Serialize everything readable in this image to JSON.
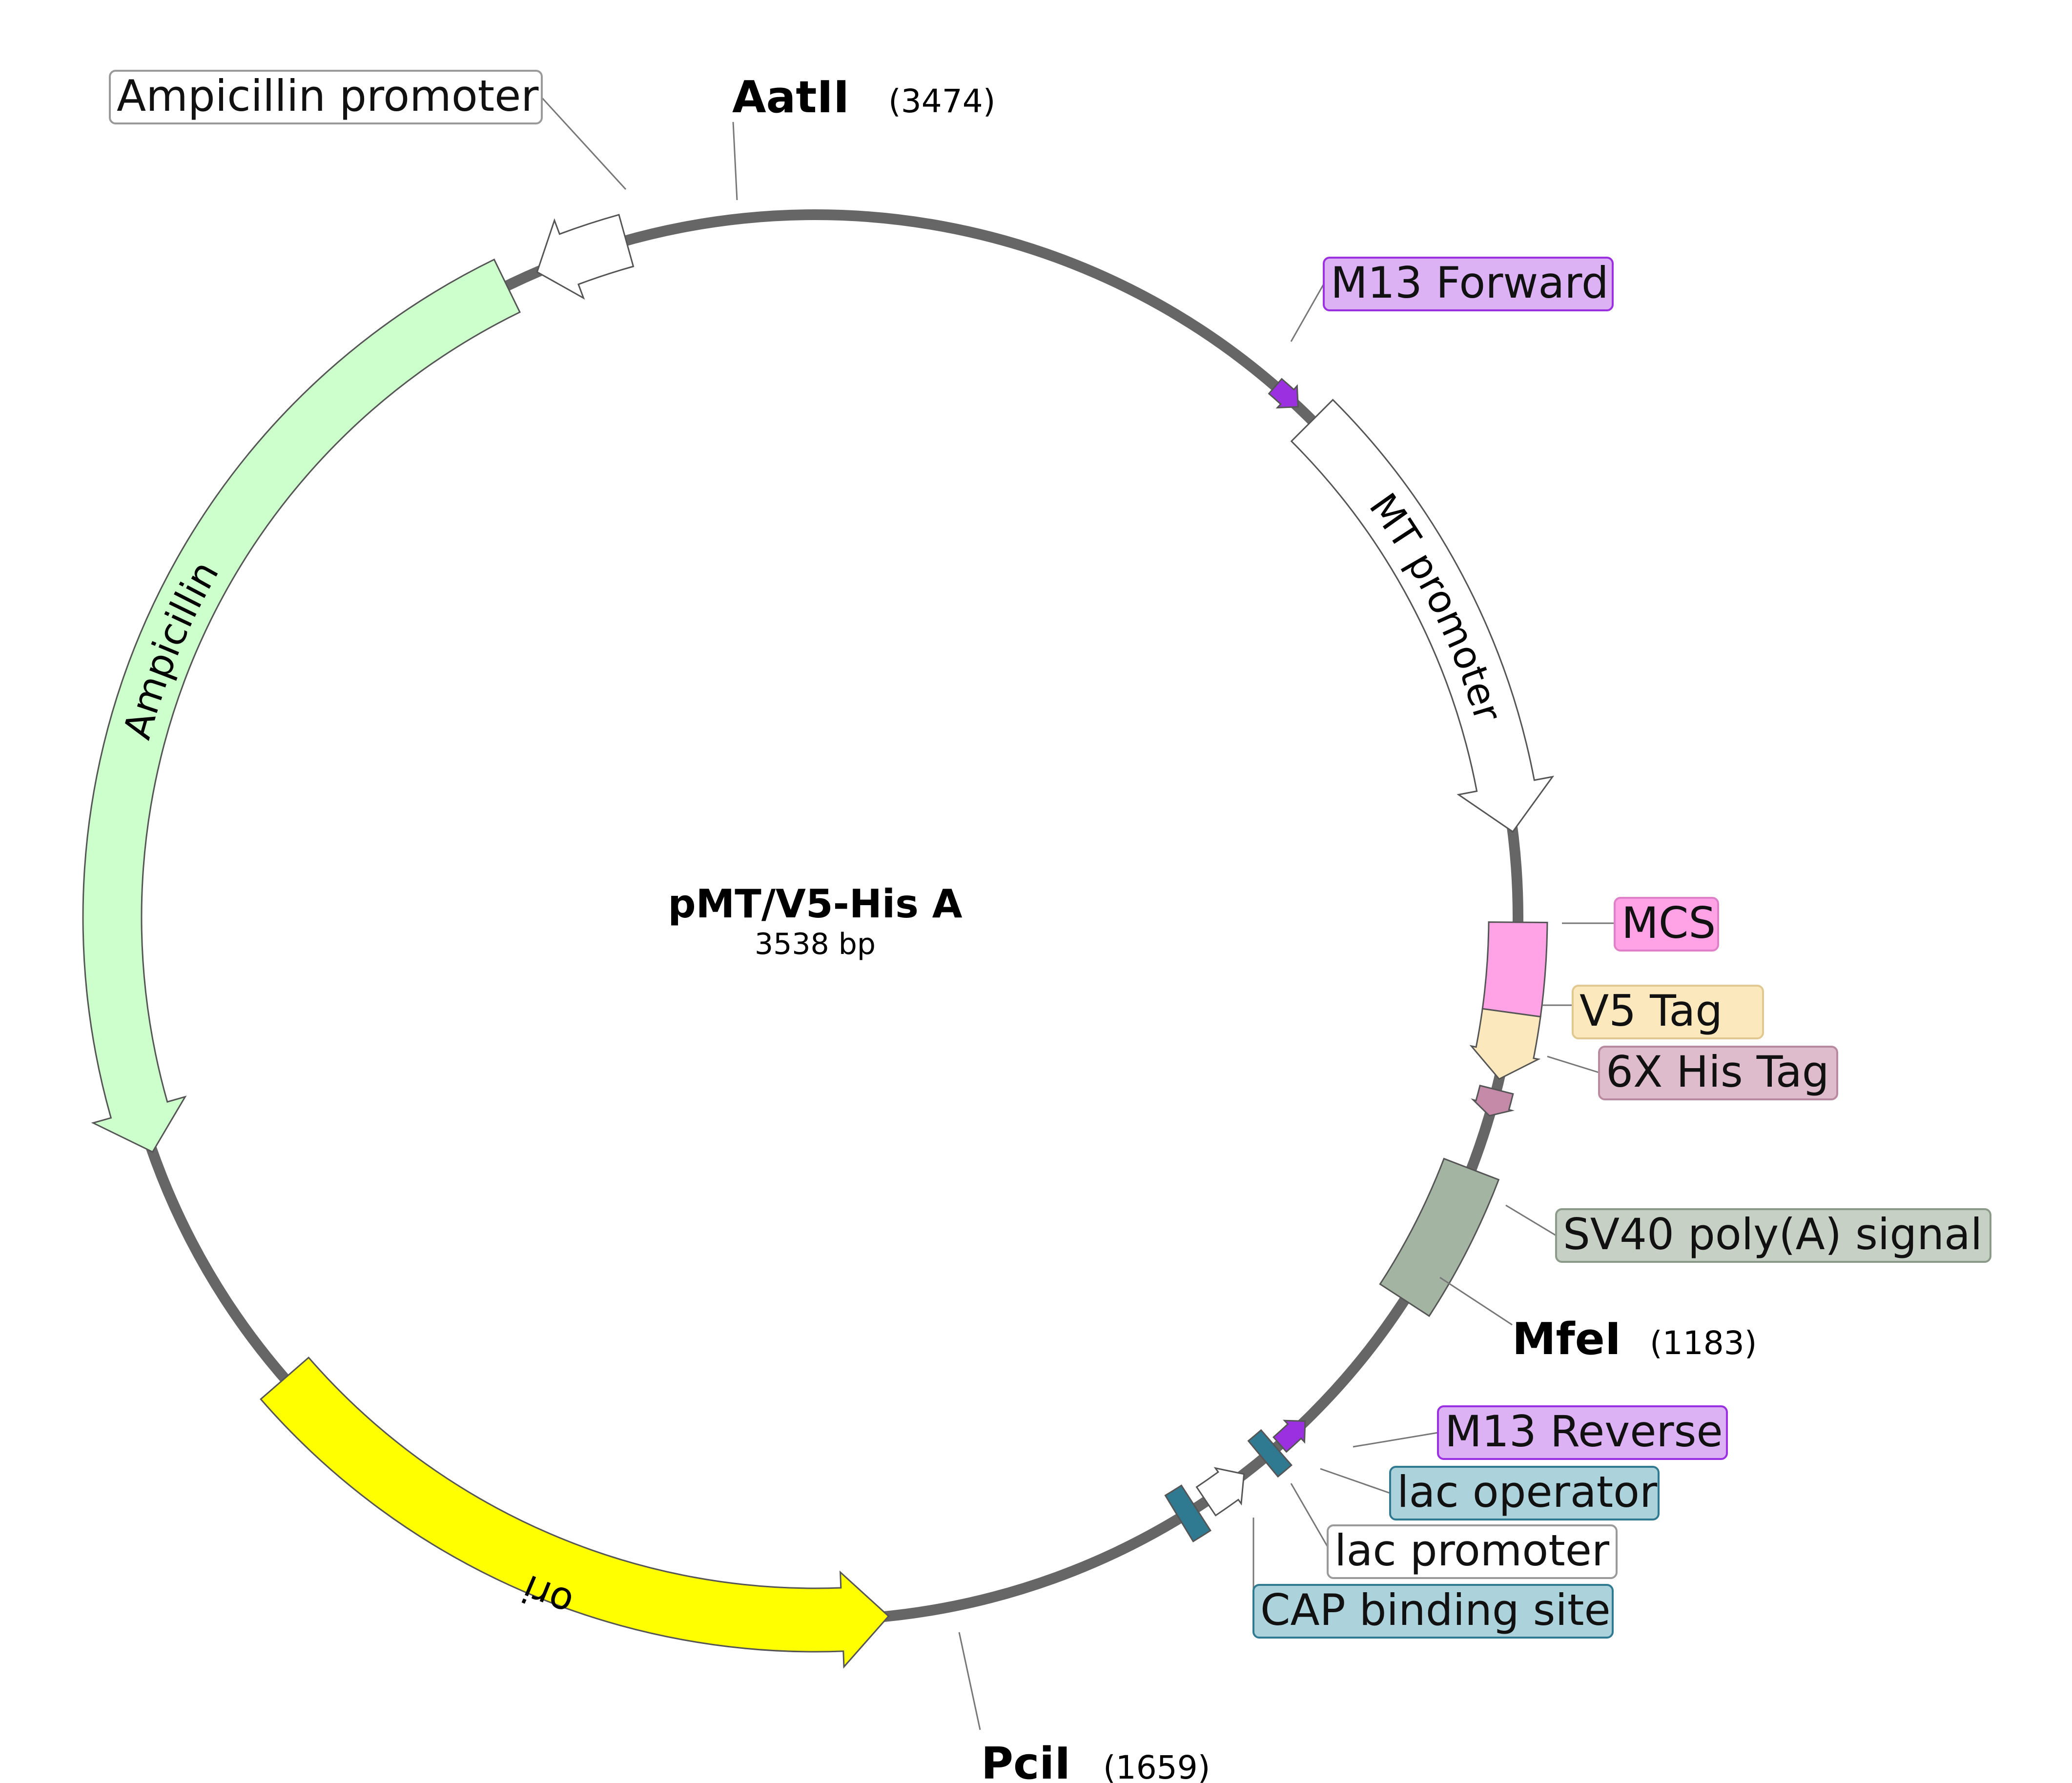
{
  "plasmid": {
    "name": "pMT/V5-His A",
    "size": "3538 bp"
  },
  "features": [
    {
      "id": "amp-promoter",
      "name": "Ampicillin promoter",
      "color": "#ffffff",
      "label_bg": "#ffffff",
      "label_border": "#9a9a9a"
    },
    {
      "id": "ampicillin",
      "name": "Ampicillin",
      "color": "#ccffcc"
    },
    {
      "id": "m13-fwd",
      "name": "M13 Forward",
      "color": "#9b30e0",
      "label_bg": "#dcb2f5",
      "label_border": "#9b30e0"
    },
    {
      "id": "mt-promoter",
      "name": "MT promoter",
      "color": "#ffffff"
    },
    {
      "id": "mcs",
      "name": "MCS",
      "color": "#ffa3e6",
      "label_bg": "#ffa3e6",
      "label_border": "#e080c8"
    },
    {
      "id": "v5-tag",
      "name": "V5 Tag",
      "color": "#fce8bd",
      "label_bg": "#fce8bd",
      "label_border": "#e0c890"
    },
    {
      "id": "his-tag",
      "name": "6X His Tag",
      "color": "#c48aa8",
      "label_bg": "#dfbccb",
      "label_border": "#b88aa0"
    },
    {
      "id": "sv40",
      "name": "SV40 poly(A) signal",
      "color": "#a4b4a2",
      "label_bg": "#c6d0c4",
      "label_border": "#8c9a8a"
    },
    {
      "id": "m13-rev",
      "name": "M13 Reverse",
      "color": "#9b30e0",
      "label_bg": "#dcb2f5",
      "label_border": "#9b30e0"
    },
    {
      "id": "lac-operator",
      "name": "lac operator",
      "color": "#2f7a91",
      "label_bg": "#acd2db",
      "label_border": "#2f7a91"
    },
    {
      "id": "lac-promoter",
      "name": "lac promoter",
      "color": "#ffffff",
      "label_bg": "#ffffff",
      "label_border": "#9a9a9a"
    },
    {
      "id": "cap",
      "name": "CAP binding site",
      "color": "#2f7a91",
      "label_bg": "#acd2db",
      "label_border": "#2f7a91"
    },
    {
      "id": "ori",
      "name": "ori",
      "color": "#ffff00"
    }
  ],
  "sites": [
    {
      "id": "aatii",
      "name": "AatII",
      "pos": "(3474)"
    },
    {
      "id": "mfei",
      "name": "MfeI",
      "pos": "(1183)"
    },
    {
      "id": "pcii",
      "name": "PciI",
      "pos": "(1659)"
    }
  ],
  "colors": {
    "backbone": "#666666",
    "stroke": "#555555"
  }
}
